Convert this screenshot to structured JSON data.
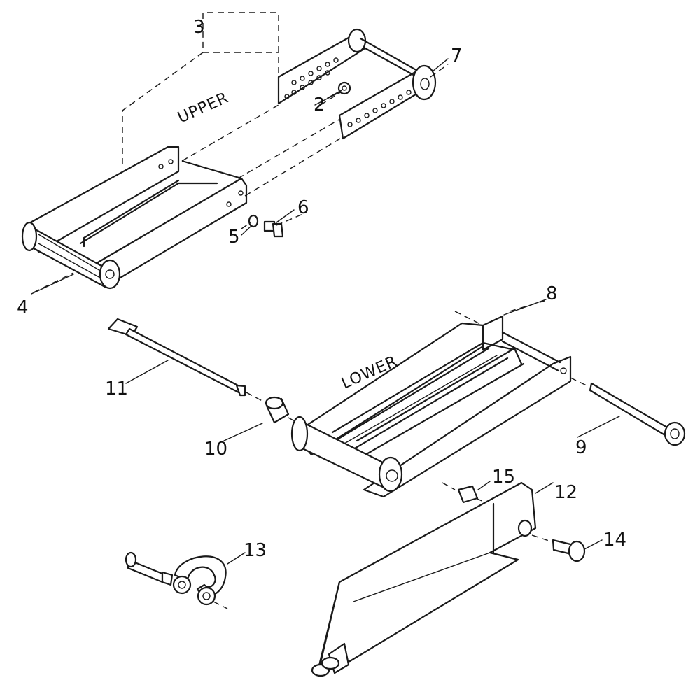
{
  "assembly_labels": {
    "upper": "UPPER",
    "lower": "LOWER"
  },
  "callouts": {
    "c2": "2",
    "c3": "3",
    "c4": "4",
    "c5": "5",
    "c6": "6",
    "c7": "7",
    "c8": "8",
    "c9": "9",
    "c10": "10",
    "c11": "11",
    "c12": "12",
    "c13": "13",
    "c14": "14",
    "c15": "15"
  }
}
